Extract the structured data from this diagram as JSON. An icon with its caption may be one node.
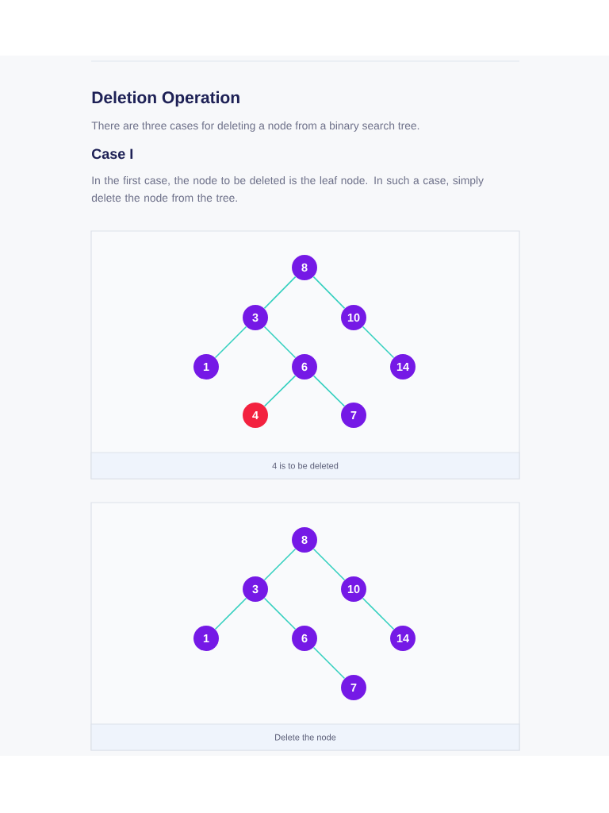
{
  "diagram": {
    "title": "Deletion Operation",
    "nodes": [
      {
        "text": [
          "4 is to be deleted"
        ]
      },
      {
        "text": [
          "8"
        ],
        "in": 0
      },
      {
        "text": [
          "3"
        ],
        "in": 0
      },
      {
        "text": [
          "10"
        ],
        "in": 0
      },
      {
        "text": [
          "1"
        ],
        "in": 0
      },
      {
        "text": [
          "6"
        ],
        "in": 0
      },
      {
        "text": [
          "14"
        ],
        "in": 0
      },
      {
        "text": [
          "4"
        ],
        "in": 0
      },
      {
        "text": [
          "7"
        ],
        "in": 0
      },
      {
        "text": [
          "Delete the node"
        ]
      },
      {
        "text": [
          "8"
        ],
        "in": 9
      },
      {
        "text": [
          "3"
        ],
        "in": 9
      },
      {
        "text": [
          "10"
        ],
        "in": 9
      },
      {
        "text": [
          "1"
        ],
        "in": 9
      },
      {
        "text": [
          "6"
        ],
        "in": 9
      },
      {
        "text": [
          "14"
        ],
        "in": 9
      },
      {
        "text": [
          "7"
        ],
        "in": 9
      }
    ],
    "edges": [
      {
        "from": 1,
        "to": 2,
        "arrow": "none"
      },
      {
        "from": 1,
        "to": 3,
        "arrow": "none"
      },
      {
        "from": 2,
        "to": 4,
        "arrow": "none"
      },
      {
        "from": 2,
        "to": 5,
        "arrow": "none"
      },
      {
        "from": 3,
        "to": 6,
        "arrow": "none"
      },
      {
        "from": 5,
        "to": 7,
        "arrow": "none"
      },
      {
        "from": 5,
        "to": 8,
        "arrow": "none"
      },
      {
        "from": 10,
        "to": 11,
        "arrow": "none"
      },
      {
        "from": 10,
        "to": 12,
        "arrow": "none"
      },
      {
        "from": 11,
        "to": 13,
        "arrow": "none"
      },
      {
        "from": 11,
        "to": 14,
        "arrow": "none"
      },
      {
        "from": 12,
        "to": 15,
        "arrow": "none"
      },
      {
        "from": 14,
        "to": 16,
        "arrow": "none"
      }
    ],
    "labels": [
      "There are three cases for deleting a node from a binary search tree.",
      "Case I",
      "In the first case, the node to be deleted is the leaf node. In such a case, simply delete the node from the tree."
    ]
  }
}
